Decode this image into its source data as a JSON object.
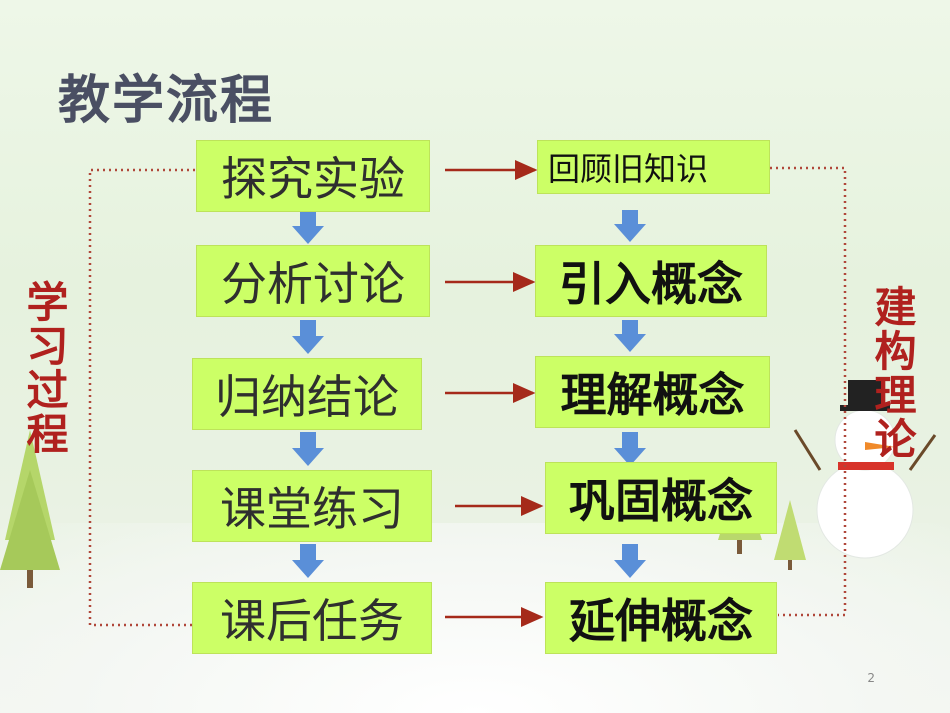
{
  "title": "教学流程",
  "left_steps": [
    "探究实验",
    "分析讨论",
    "归纳结论",
    "课堂练习",
    "课后任务"
  ],
  "right_steps": [
    "回顾旧知识",
    "引入概念",
    "理解概念",
    "巩固概念",
    "延伸概念"
  ],
  "left_label": "学习过程",
  "right_label": "建构理论",
  "page_number": "2",
  "colors": {
    "box_fill": "#ccff66",
    "arrow": "#a52a1a",
    "down_arrow": "#5a8fd8",
    "label": "#b0211e",
    "title": "#4a4f63"
  }
}
